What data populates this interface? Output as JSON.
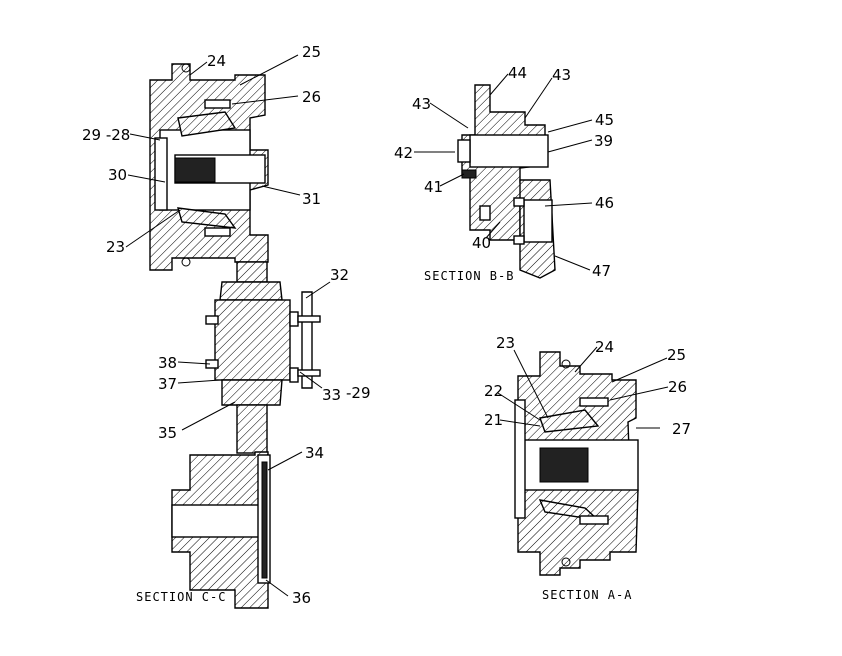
{
  "callouts": {
    "c24a": "24",
    "c25a": "25",
    "c26a": "26",
    "c2928": "29 -28",
    "c30": "30",
    "c31": "31",
    "c23a": "23",
    "c32": "32",
    "c38": "38",
    "c37": "37",
    "c33": "33",
    "c29b": "-29",
    "c35": "35",
    "c34": "34",
    "c36": "36",
    "c44": "44",
    "c43a": "43",
    "c43b": "43",
    "c45": "45",
    "c39": "39",
    "c42": "42",
    "c41": "41",
    "c46": "46",
    "c40": "40",
    "c47": "47",
    "c23b": "23",
    "c24b": "24",
    "c25b": "25",
    "c26b": "26",
    "c22": "22",
    "c21": "21",
    "c27": "27"
  },
  "captions": {
    "section_bb": "SECTION B-B",
    "section_cc": "SECTION C-C",
    "section_aa": "SECTION A-A"
  }
}
